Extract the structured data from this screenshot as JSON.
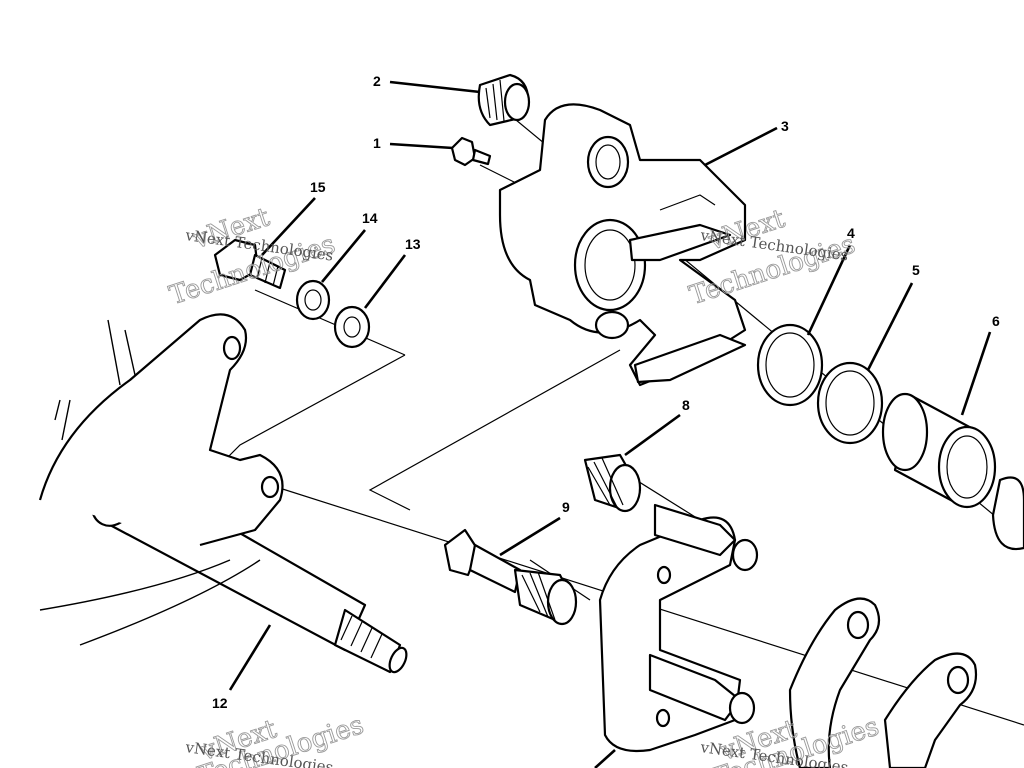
{
  "callouts": [
    {
      "id": "1",
      "label": "1"
    },
    {
      "id": "2",
      "label": "2"
    },
    {
      "id": "3",
      "label": "3"
    },
    {
      "id": "4",
      "label": "4"
    },
    {
      "id": "5",
      "label": "5"
    },
    {
      "id": "6",
      "label": "6"
    },
    {
      "id": "8",
      "label": "8"
    },
    {
      "id": "9",
      "label": "9"
    },
    {
      "id": "12",
      "label": "12"
    },
    {
      "id": "13",
      "label": "13"
    },
    {
      "id": "14",
      "label": "14"
    },
    {
      "id": "15",
      "label": "15"
    }
  ],
  "watermark": {
    "line1": "vNext",
    "line2": "Technologies",
    "small": "vNext Technologies"
  }
}
